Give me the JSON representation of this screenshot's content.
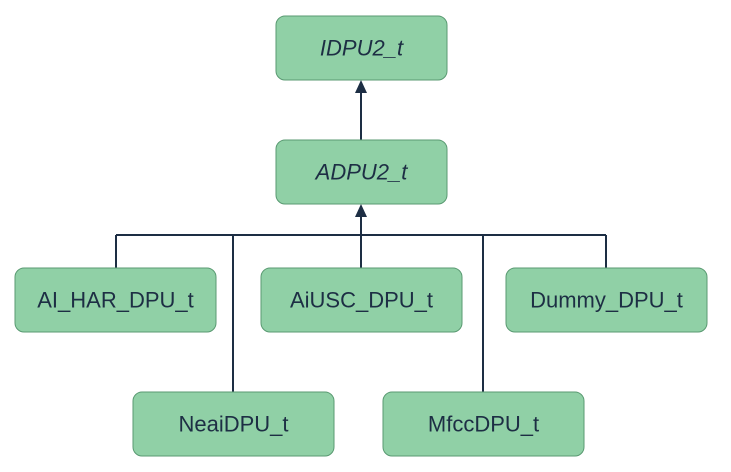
{
  "nodes": {
    "idpu2": {
      "label": "IDPU2_t",
      "abstract": true
    },
    "adpu2": {
      "label": "ADPU2_t",
      "abstract": true
    },
    "ai_har": {
      "label": "AI_HAR_DPU_t",
      "abstract": false
    },
    "aiusc": {
      "label": "AiUSC_DPU_t",
      "abstract": false
    },
    "dummy": {
      "label": "Dummy_DPU_t",
      "abstract": false
    },
    "neai": {
      "label": "NeaiDPU_t",
      "abstract": false
    },
    "mfcc": {
      "label": "MfccDPU_t",
      "abstract": false
    }
  },
  "relations": [
    {
      "from": "adpu2",
      "to": "idpu2",
      "type": "inheritance"
    },
    {
      "from": "ai_har",
      "to": "adpu2",
      "type": "inheritance"
    },
    {
      "from": "aiusc",
      "to": "adpu2",
      "type": "inheritance"
    },
    {
      "from": "dummy",
      "to": "adpu2",
      "type": "inheritance"
    },
    {
      "from": "neai",
      "to": "adpu2",
      "type": "inheritance"
    },
    {
      "from": "mfcc",
      "to": "adpu2",
      "type": "inheritance"
    }
  ],
  "colors": {
    "node_fill": "#90d0a6",
    "node_border": "#5a9a72",
    "text": "#1d2e44",
    "edge": "#1d2e44"
  }
}
